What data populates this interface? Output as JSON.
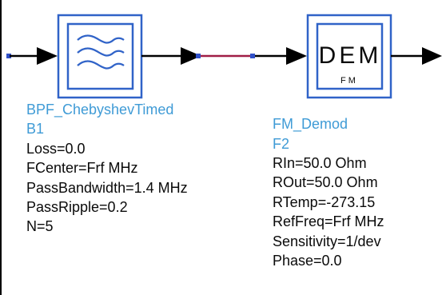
{
  "components": {
    "bpf": {
      "icon": "chebyshev-bandpass-filter-icon",
      "name": "BPF_ChebyshevTimed",
      "instance": "B1",
      "params": [
        "Loss=0.0",
        "FCenter=Frf MHz",
        "PassBandwidth=1.4 MHz",
        "PassRipple=0.2",
        "N=5"
      ]
    },
    "demod": {
      "icon": "fm-demodulator-icon",
      "box_label": "DEM",
      "box_sublabel": "FM",
      "name": "FM_Demod",
      "instance": "F2",
      "params": [
        "RIn=50.0 Ohm",
        "ROut=50.0 Ohm",
        "RTemp=-273.15",
        "RefFreq=Frf MHz",
        "Sensitivity=1/dev",
        "Phase=0.0"
      ]
    }
  },
  "colors": {
    "wire": "#000000",
    "connection_wire": "#a01e46",
    "pin": "#3050c8",
    "label_name": "#3f9bd6",
    "label_param": "#0a0a0a"
  }
}
